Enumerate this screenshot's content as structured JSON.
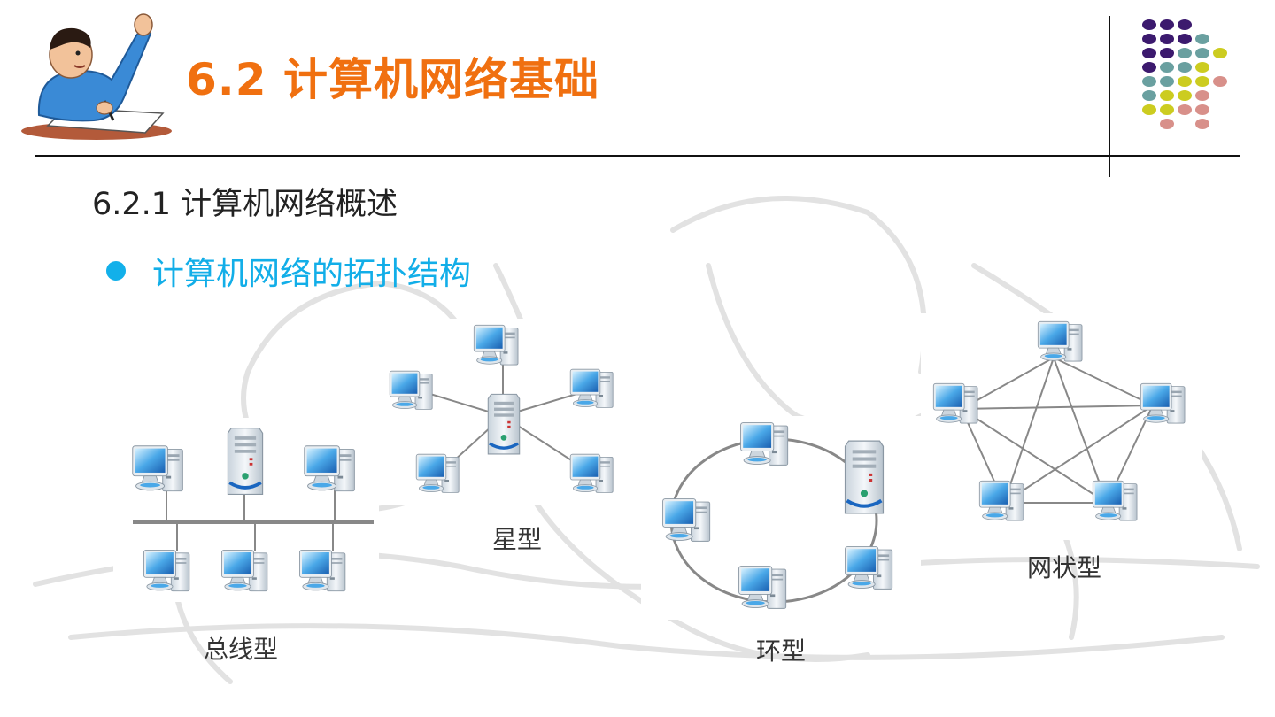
{
  "slide": {
    "title": "6.2  计算机网络基础",
    "section": "6.2.1  计算机网络概述",
    "bullet": "计算机网络的拓扑结构"
  },
  "topologies": {
    "bus": "总线型",
    "star": "星型",
    "ring": "环型",
    "mesh": "网状型"
  },
  "icons": {
    "mascot": "student-writing-icon",
    "dots": "decorative-dot-grid-icon",
    "computer": "computer-icon",
    "server": "server-icon"
  },
  "colors": {
    "title": "#f07010",
    "bullet": "#12aee8",
    "dot_purple": "#3c1a6e",
    "dot_teal": "#6aa0a0",
    "dot_yellow": "#cccc20",
    "dot_pink": "#d8908a"
  }
}
